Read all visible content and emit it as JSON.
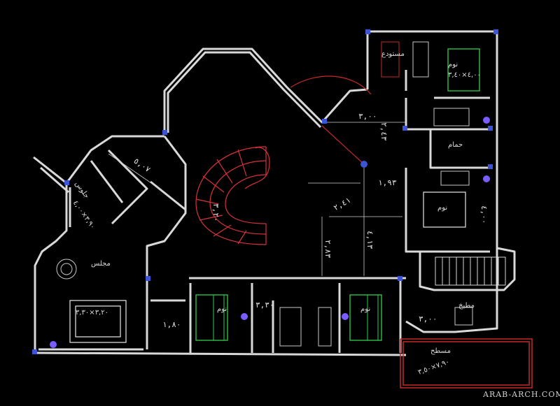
{
  "drawing": {
    "background_color": "#000000",
    "wall_color": "#d9d9d9",
    "furniture_color": "#c8c8c8",
    "bed_color": "#2fd04a",
    "stair_color": "#d8333a",
    "column_color": "#3b55d6",
    "plant_color": "#7a5cff",
    "icons": [
      "column-icon",
      "plant-icon",
      "bed-icon",
      "stair-icon",
      "door-swing-icon"
    ]
  },
  "dimensions": {
    "d1": "٥,٠٧",
    "d2": "٢,٤٣",
    "d3": "١,٩٣",
    "d4": "٤,١٣",
    "d5": "٢,٨٣",
    "d6": "٣,٢٠",
    "d7": "١,٨٠",
    "d8": "٣,٠٠",
    "d9": "٣,٣٠",
    "d10": "٤,٠٠",
    "d11": "٢,٤١",
    "d12": "٣,٠٠"
  },
  "labels": {
    "l1": "مجلس",
    "l2": "جلوس",
    "l3": "نوم",
    "l4": "نوم",
    "l5": "نوم",
    "l6": "نوم",
    "l7": "حمام",
    "l8": "مطبخ",
    "l9": "مستودع",
    "l10": "مسطح",
    "l11": "٣,٢٠×٣,٣٠",
    "l12": "٤,٠٠×٣,٤٠",
    "l13": "٣,٩٠×٤,٠٠",
    "l14": "٧,٩٠×٣,٥٠"
  },
  "watermark": "ARAB-ARCH.COM"
}
